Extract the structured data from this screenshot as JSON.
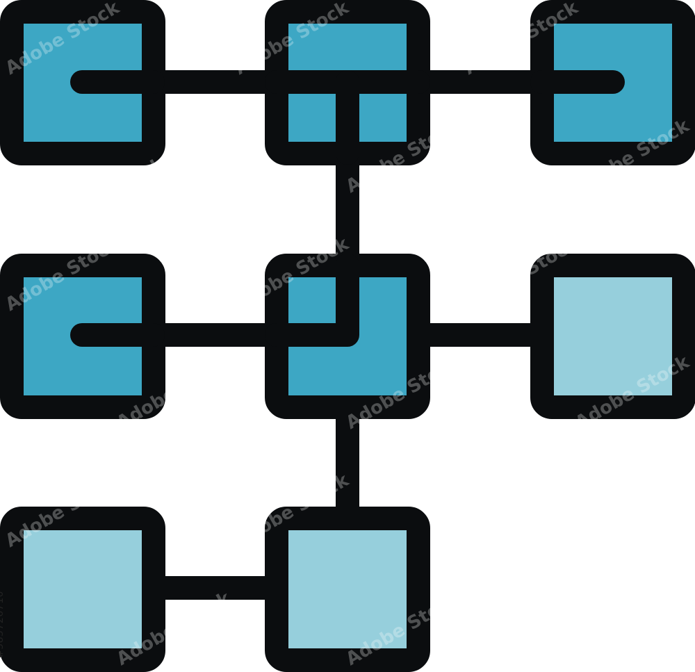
{
  "colors": {
    "stroke": "#0b0d0f",
    "fill_dark": "#3da7c4",
    "fill_light": "#96cfdc",
    "background": "#ffffff"
  },
  "icon": "network-hierarchy-icon",
  "nodes": [
    {
      "id": "n1",
      "col": 0,
      "row": 0,
      "shade": "dark"
    },
    {
      "id": "n2",
      "col": 1,
      "row": 0,
      "shade": "dark"
    },
    {
      "id": "n3",
      "col": 2,
      "row": 0,
      "shade": "dark"
    },
    {
      "id": "n4",
      "col": 0,
      "row": 1,
      "shade": "dark"
    },
    {
      "id": "n5",
      "col": 1,
      "row": 1,
      "shade": "dark"
    },
    {
      "id": "n6",
      "col": 2,
      "row": 1,
      "shade": "light"
    },
    {
      "id": "n7",
      "col": 0,
      "row": 2,
      "shade": "light"
    },
    {
      "id": "n8",
      "col": 1,
      "row": 2,
      "shade": "light"
    }
  ],
  "watermark": {
    "text": "Adobe Stock",
    "id_text": "#585726710"
  }
}
